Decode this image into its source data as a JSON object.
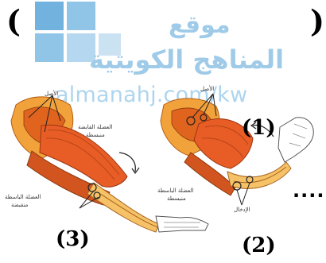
{
  "brackets": {
    "open": "(",
    "close": ")"
  },
  "watermark": {
    "line1": "موقع",
    "line2": "المناهج الكويتية",
    "latin": "almanahj.com/kw"
  },
  "numbers": {
    "n1": "(1)",
    "n2": "(2)",
    "n3": "(3)"
  },
  "labels": {
    "origin_left": "الأصل",
    "flexor_left": "العضلة القابضة",
    "flexor_left_state": "منبسطة",
    "extensor_left": "العضلة الباسطة",
    "extensor_left_state": "منقبضة",
    "origin_right": "الأصل",
    "extensor_right": "العضلة الباسطة",
    "extensor_right_state": "منبسطة",
    "insertion_right": "الإدخال"
  },
  "blank_dots": "...."
}
